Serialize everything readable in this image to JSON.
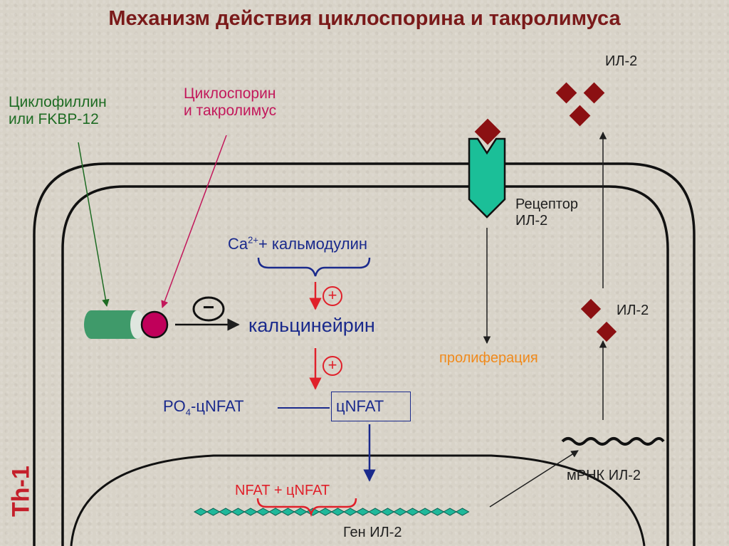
{
  "title": "Механизм действия циклоспорина и такролимуса",
  "labels": {
    "cyclophilin": [
      "Циклофиллин",
      "или FKBP-12"
    ],
    "drug": [
      "Циклоспорин",
      "и такролимус"
    ],
    "ca_prefix": "Ca",
    "ca_sup": "2+",
    "ca_rest": "+ кальмодулин",
    "calcineurin": "кальцинейрин",
    "inhibit_sign": "−",
    "activate_sign_1": "+",
    "activate_sign_2": "+",
    "po4_prefix": "PO",
    "po4_sub": "4",
    "po4_rest": "-цNFAT",
    "cnfat": "цNFAT",
    "nfat_complex": "NFAT + цNFAT",
    "gene": "Ген ИЛ-2",
    "mrna": "мРНК ИЛ-2",
    "il2_top": "ИЛ-2",
    "il2_mid": "ИЛ-2",
    "receptor": [
      "Рецептор",
      "ИЛ-2"
    ],
    "proliferation": "пролиферация",
    "cell_type": "Th-1"
  },
  "colors": {
    "title": "#7a1a1a",
    "green_label": "#1d6b22",
    "magenta_label": "#c2185b",
    "navy_text": "#1a2a8c",
    "red_accent": "#e0202a",
    "orange_text": "#f08a1c",
    "diamond": "#8b1012",
    "receptor": "#1bbf98",
    "cyclophilin_block": "#3f9a6a",
    "drug_ball": "#c0005a",
    "gene_strand": "#1fb89a"
  }
}
